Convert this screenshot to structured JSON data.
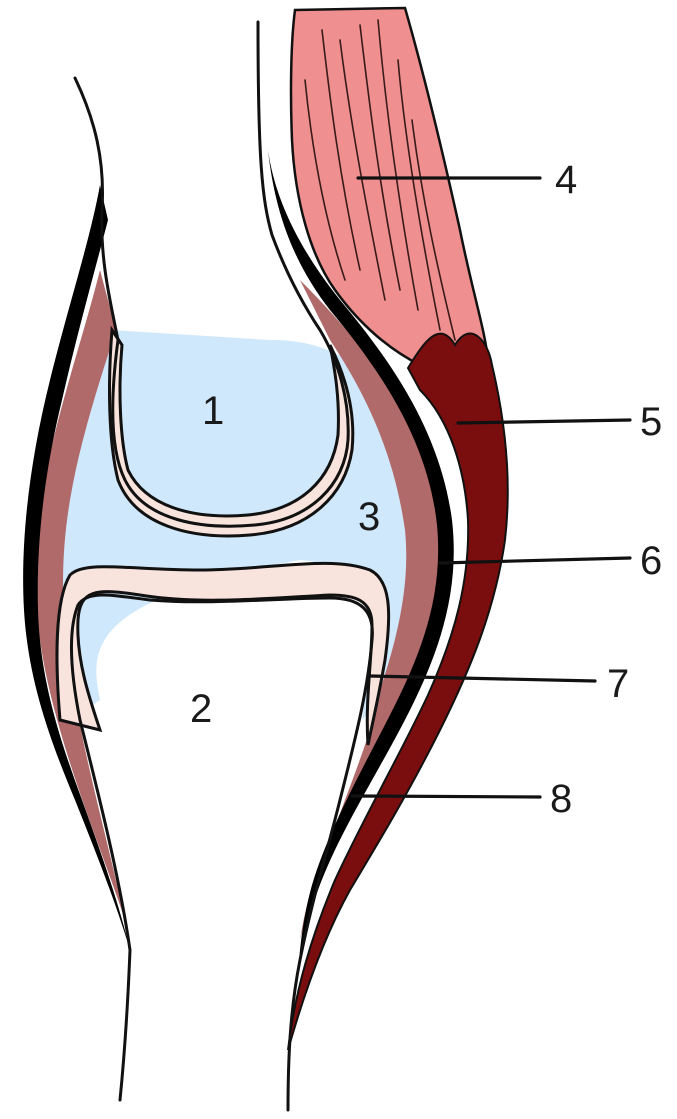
{
  "labels": {
    "l1": "1",
    "l2": "2",
    "l3": "3",
    "l4": "4",
    "l5": "5",
    "l6": "6",
    "l7": "7",
    "l8": "8"
  },
  "colors": {
    "background": "#ffffff",
    "synovial_fluid": "#cfe8fb",
    "articular_cartilage": "#f8e4dd",
    "synovial_membrane": "#b06a6a",
    "fibrous_capsule": "#000000",
    "muscle_belly": "#ef8f8f",
    "tendon": "#7a0d0d"
  }
}
